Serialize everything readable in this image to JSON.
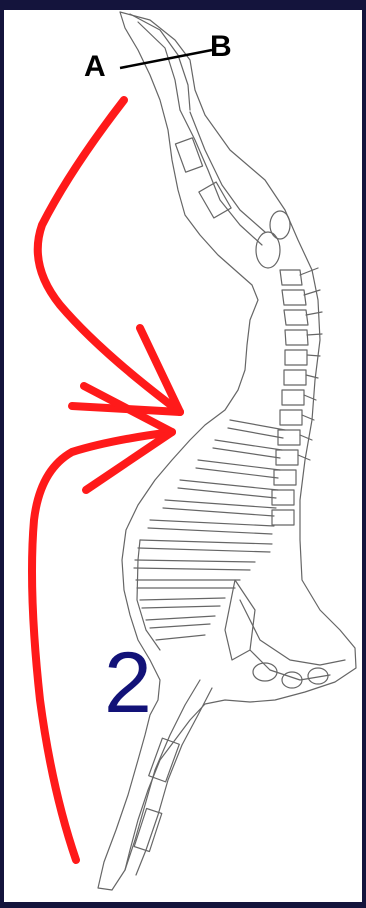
{
  "labels": {
    "cut_point_a": "A",
    "cut_point_b": "B",
    "section_number": "2"
  },
  "colors": {
    "frame_border": "#14143c",
    "arrow_red": "#ff1a1a",
    "label_black": "#000000",
    "number_blue": "#121278",
    "carcass_outline": "#666666"
  },
  "icons": {
    "upper_arrow": "curved-arrow-right-icon",
    "lower_arrow": "curved-arrow-up-right-icon"
  }
}
